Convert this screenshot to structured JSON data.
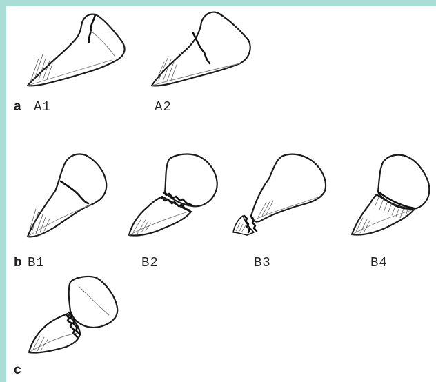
{
  "panels": {
    "a": {
      "letter": "a",
      "items": [
        {
          "label": "A1"
        },
        {
          "label": "A2"
        }
      ]
    },
    "b": {
      "letter": "b",
      "items": [
        {
          "label": "B1"
        },
        {
          "label": "B2"
        },
        {
          "label": "B3"
        },
        {
          "label": "B4"
        }
      ]
    },
    "c": {
      "letter": "c"
    }
  },
  "colors": {
    "border": "#a9ddd6",
    "background": "#ffffff",
    "ink": "#1b1b1b"
  }
}
